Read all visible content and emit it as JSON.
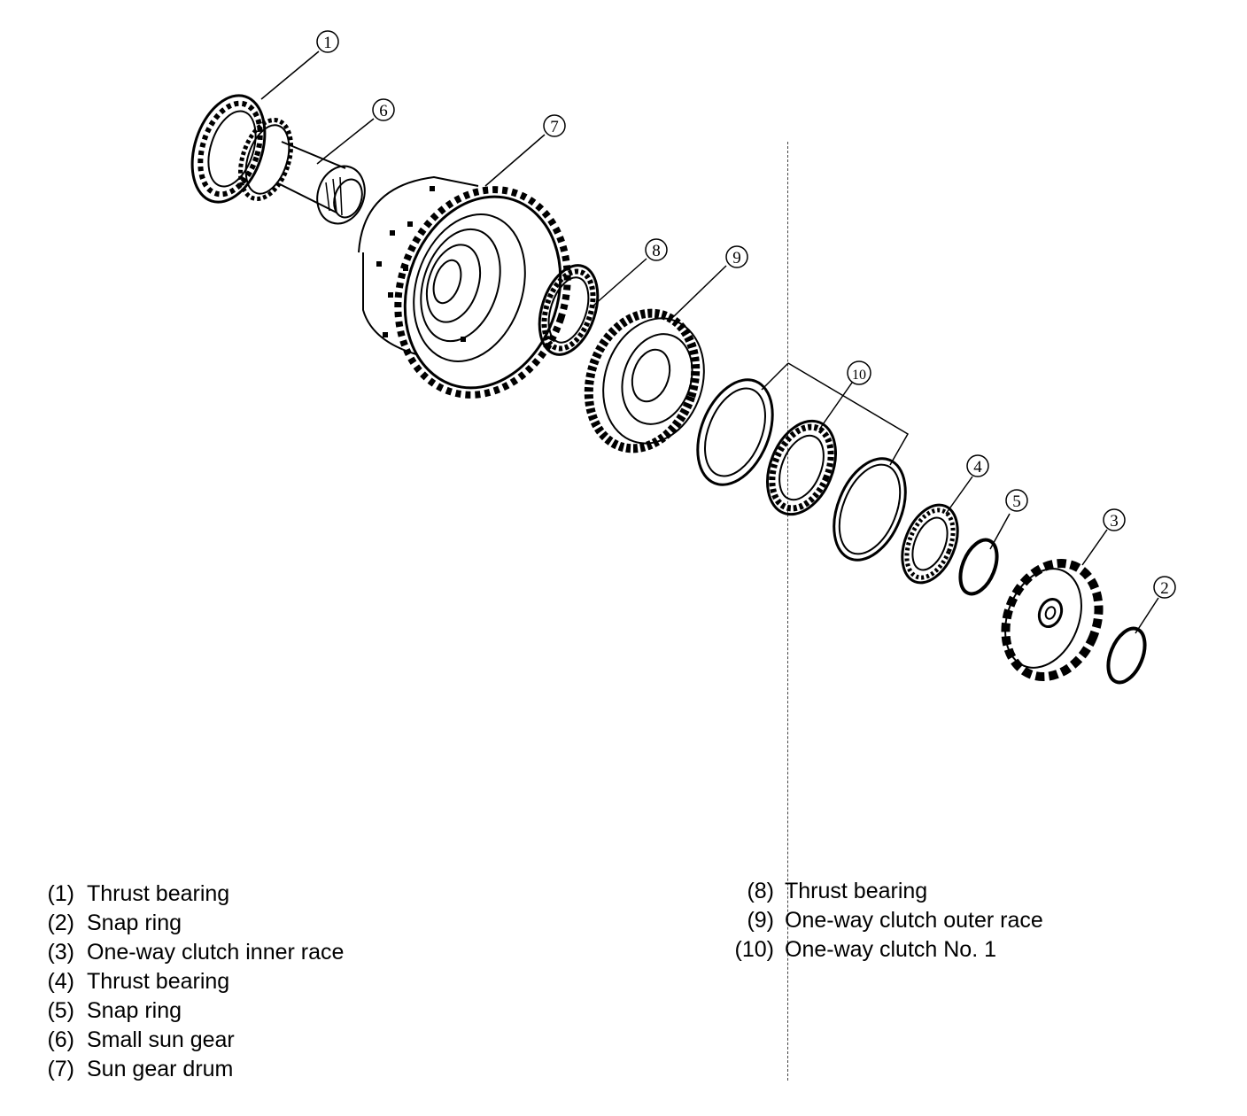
{
  "callouts": [
    "1",
    "2",
    "3",
    "4",
    "5",
    "6",
    "7",
    "8",
    "9",
    "10"
  ],
  "legend_left": [
    {
      "num": "(1)",
      "label": "Thrust bearing"
    },
    {
      "num": "(2)",
      "label": "Snap ring"
    },
    {
      "num": "(3)",
      "label": "One-way clutch inner race"
    },
    {
      "num": "(4)",
      "label": "Thrust bearing"
    },
    {
      "num": "(5)",
      "label": "Snap ring"
    },
    {
      "num": "(6)",
      "label": "Small sun gear"
    },
    {
      "num": "(7)",
      "label": "Sun gear drum"
    }
  ],
  "legend_right": [
    {
      "num": "(8)",
      "label": "Thrust bearing"
    },
    {
      "num": "(9)",
      "label": "One-way clutch outer race"
    },
    {
      "num": "(10)",
      "label": "One-way clutch No. 1"
    }
  ]
}
